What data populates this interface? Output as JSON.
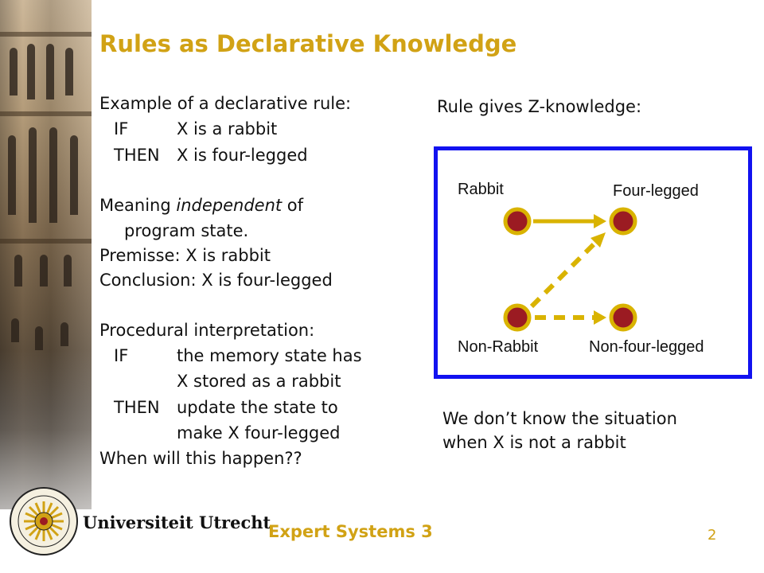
{
  "title": "Rules as Declarative Knowledge",
  "left": {
    "example_heading": "Example of a declarative rule:",
    "rule1_if_kw": "IF",
    "rule1_if_text": "X is a rabbit",
    "rule1_then_kw": "THEN",
    "rule1_then_text": "X is four-legged",
    "meaning_pre": "Meaning ",
    "meaning_em": "independent",
    "meaning_post": " of",
    "meaning_cont": "program state.",
    "premisse": "Premisse: X is rabbit",
    "conclusion": "Conclusion: X is four-legged",
    "procedural_heading": "Procedural interpretation:",
    "rule2_if_kw": "IF",
    "rule2_if_line1": "the memory state has",
    "rule2_if_line2": "X stored as a rabbit",
    "rule2_then_kw": "THEN",
    "rule2_then_line1": "update the state to",
    "rule2_then_line2": "make X four-legged",
    "question": "When will this happen??"
  },
  "right": {
    "heading": "Rule gives Z-knowledge:",
    "diagram": {
      "label_rabbit": "Rabbit",
      "label_four_legged": "Four-legged",
      "label_non_rabbit": "Non-Rabbit",
      "label_non_four_legged": "Non-four-legged",
      "colors": {
        "border": "#1212f0",
        "node_fill": "#9b1b22",
        "node_ring": "#d9b300",
        "arrow": "#d9b300"
      }
    },
    "note_line1": "We don’t know the situation",
    "note_line2": "when X is not a rabbit"
  },
  "footer": {
    "university": "Universiteit Utrecht",
    "course": "Expert Systems 3",
    "page": "2"
  },
  "colors": {
    "title": "#d1a215",
    "footer": "#d1a215"
  }
}
